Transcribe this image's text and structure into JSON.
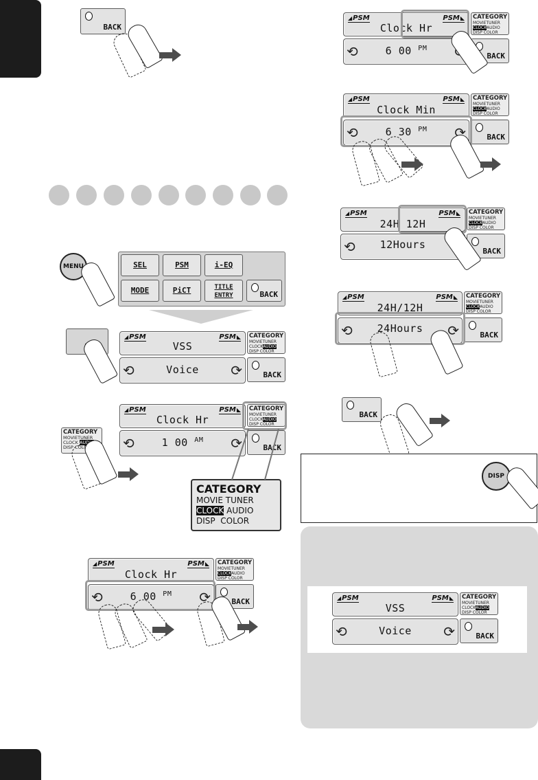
{
  "labels": {
    "back": "BACK",
    "psm": "PSM",
    "category": "CATEGORY",
    "menu": "MENU",
    "disp": "DISP"
  },
  "category_menu": {
    "row1_left": "MOVIE",
    "row1_right": "TUNER",
    "row2_left": "CLOCK",
    "row2_right": "AUDIO",
    "row3_left": "DISP",
    "row3_right": "COLOR"
  },
  "menu_buttons": [
    "SEL",
    "PSM",
    "i-EQ",
    "MODE",
    "PiCT",
    "TITLE ENTRY"
  ],
  "screens": {
    "psm_start": {
      "top": "VSS",
      "bottom": "Voice"
    },
    "clock_hr_am": {
      "top": "Clock Hr",
      "bottom_time": "1 00",
      "suffix": "AM"
    },
    "clock_hr_pm": {
      "top": "Clock Hr",
      "bottom_time": "6 00",
      "suffix": "PM"
    },
    "clock_min": {
      "top": "Clock Min",
      "bottom_time": "6 30",
      "suffix": "PM"
    },
    "mode_12h": {
      "top_left": "24H",
      "top_right": "12H",
      "bottom": "12Hours"
    },
    "mode_24h": {
      "top": "24H/12H",
      "bottom": "24Hours"
    },
    "final": {
      "top": "VSS",
      "bottom": "Voice"
    }
  },
  "colors": {
    "lcd_cell": "#e3e3e3",
    "highlight": "#9a9a9a",
    "side_tab": "#1c1c1c",
    "panel": "#d9d9d9"
  }
}
